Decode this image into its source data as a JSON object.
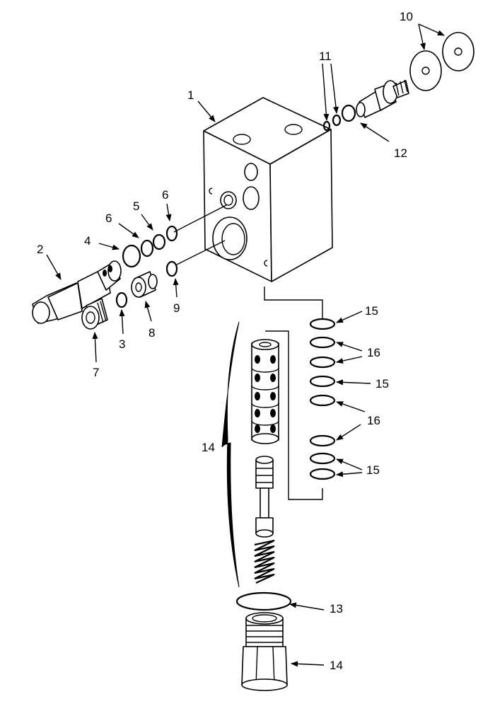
{
  "callouts": {
    "c1": "1",
    "c2": "2",
    "c3": "3",
    "c4": "4",
    "c5": "5",
    "c6a": "6",
    "c6b": "6",
    "c7": "7",
    "c8": "8",
    "c9": "9",
    "c10": "10",
    "c11": "11",
    "c12": "12",
    "c13": "13",
    "c14a": "14",
    "c14b": "14",
    "c15a": "15",
    "c15b": "15",
    "c15c": "15",
    "c16a": "16",
    "c16b": "16"
  }
}
